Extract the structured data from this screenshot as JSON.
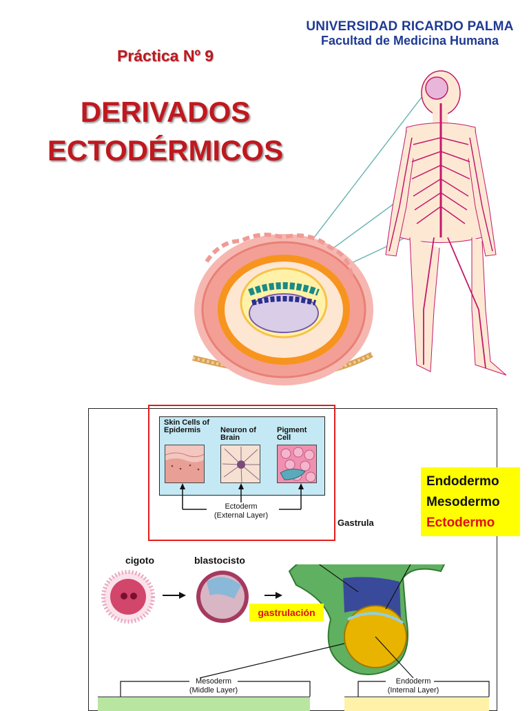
{
  "header": {
    "university": "UNIVERSIDAD RICARDO PALMA",
    "faculty": "Facultad de Medicina Humana"
  },
  "slide": {
    "practice": "Práctica Nº 9",
    "title_line1": "DERIVADOS",
    "title_line2": "ECTODÉRMICOS"
  },
  "figure": {
    "cell_labels": {
      "skin": "Skin Cells of Epidermis",
      "neuron": "Neuron of Brain",
      "pigment": "Pigment Cell"
    },
    "ectoderm_label": "Ectoderm",
    "ectoderm_sub": "(External Layer)",
    "gastrula_label": "Gastrula",
    "cigoto_label": "cigoto",
    "blastocisto_label": "blastocisto",
    "gastrulacion_label": "gastrulación",
    "mesoderm_label": "Mesoderm",
    "mesoderm_sub": "(Middle Layer)",
    "endoderm_label": "Endoderm",
    "endoderm_sub": "(Internal Layer)",
    "legend": [
      {
        "label": "Endodermo",
        "color": "#111111"
      },
      {
        "label": "Mesodermo",
        "color": "#111111"
      },
      {
        "label": "Ectodermo",
        "color": "#e01010"
      }
    ]
  },
  "colors": {
    "title_red": "#c0181f",
    "header_blue": "#1f3a93",
    "highlight_yellow": "#ffff00",
    "nerve_magenta": "#c2186b"
  }
}
